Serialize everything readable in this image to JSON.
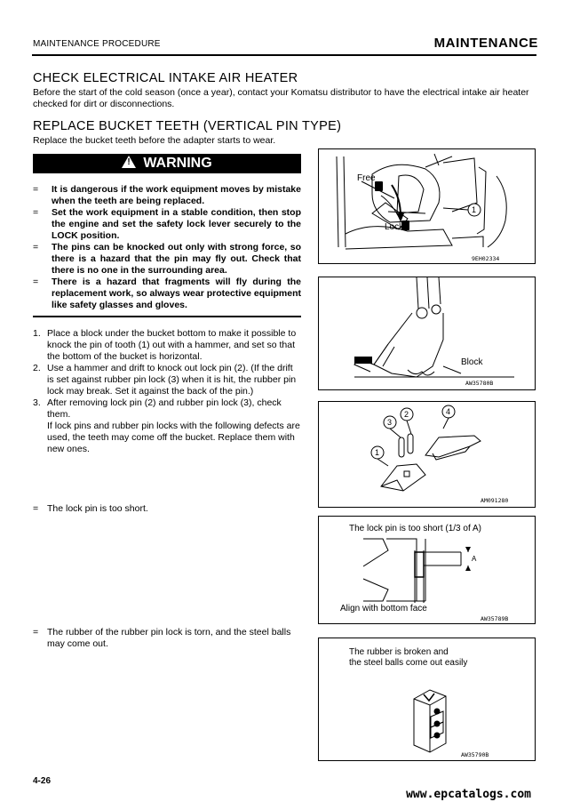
{
  "header": {
    "section": "MAINTENANCE PROCEDURE",
    "chapter": "MAINTENANCE"
  },
  "sec1": {
    "title": "CHECK ELECTRICAL INTAKE AIR HEATER",
    "body": "Before the start of the cold season (once a year), contact your Komatsu distributor to have the electrical intake air heater checked for dirt or disconnections."
  },
  "sec2": {
    "title": "REPLACE BUCKET TEETH (VERTICAL PIN TYPE)",
    "body": "Replace the bucket teeth before the adapter starts to wear."
  },
  "warning": {
    "title": "WARNING",
    "tri_mark": "!",
    "bullet": "=",
    "items": [
      "It is dangerous if the work equipment moves by mistake when the teeth are being replaced.",
      "Set the work equipment in a stable condition, then stop the engine and set the safety lock lever securely to the LOCK position.",
      "The pins can be knocked out only with strong force, so there is a hazard that the pin may fly out. Check that there is no one in the surrounding area.",
      "There is a hazard that fragments will fly during the replacement work, so always wear protective equipment like safety glasses and gloves."
    ]
  },
  "steps": [
    {
      "num": "1.",
      "text": "Place a block under the bucket bottom to make it possible to knock the pin of tooth (1) out with a hammer, and set so that the bottom of the bucket is horizontal."
    },
    {
      "num": "2.",
      "text": "Use a hammer and drift to knock out lock pin (2). (If the drift is set against rubber pin lock (3) when it is hit, the rubber pin lock may break. Set it against the back of the pin.)"
    },
    {
      "num": "3.",
      "text": "After removing lock pin (2) and rubber pin lock (3), check them.",
      "extra": "If lock pins and rubber pin locks with the following defects are used, the teeth may come off the bucket. Replace them with new ones."
    }
  ],
  "notes": [
    {
      "mark": "=",
      "text": "The lock pin is too short."
    },
    {
      "mark": "=",
      "text": "The rubber of the rubber pin lock is torn, and the steel balls may come out."
    }
  ],
  "figures": {
    "fig1": {
      "free": "Free",
      "lock": "Lock",
      "callout": "1",
      "code": "9EH02334"
    },
    "fig2": {
      "block": "Block",
      "code": "AW35780B"
    },
    "fig3": {
      "c1": "1",
      "c2": "2",
      "c3": "3",
      "c4": "4",
      "code": "AM091280"
    },
    "fig4": {
      "top": "The lock pin is too short (1/3 of A)",
      "a": "A",
      "bottom": "Align with bottom face",
      "code": "AW35789B"
    },
    "fig5": {
      "line1": "The rubber is broken and",
      "line2": "the steel balls come out easily",
      "code": "AW35790B"
    }
  },
  "footer": {
    "page": "4-26",
    "watermark": "www.epcatalogs.com"
  }
}
